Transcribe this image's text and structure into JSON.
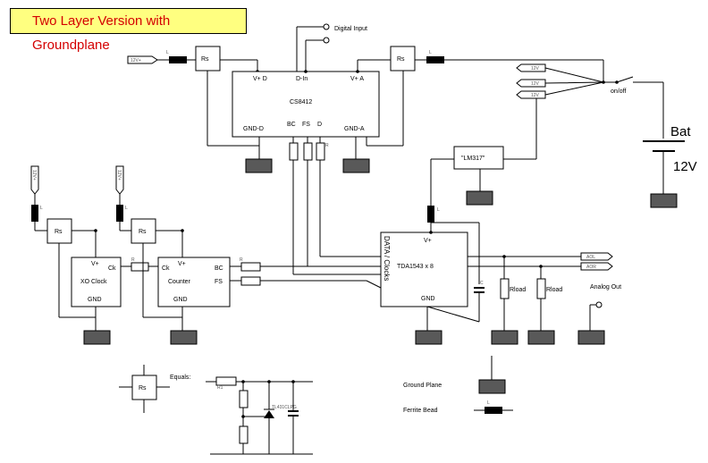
{
  "title": "Two Layer Version with Groundplane",
  "inputs": {
    "supply": "12V+",
    "digital_input": "Digital Input",
    "supply_xo": "12V+",
    "supply_counter": "12V+"
  },
  "chips": {
    "cs8412": {
      "name": "CS8412",
      "pins": {
        "vd": "V+ D",
        "din": "D-In",
        "va": "V+ A",
        "gndd": "GND-D",
        "bc": "BC",
        "fs": "FS",
        "d": "D",
        "gnda": "GND-A"
      }
    },
    "tda": {
      "name": "TDA1543 x 8",
      "vplus": "V+",
      "gnd": "GND",
      "data_clocks": "DATA / Clocks"
    },
    "xo": {
      "name": "XO Clock",
      "vplus": "V+",
      "ck": "Ck",
      "gnd": "GND"
    },
    "counter": {
      "name": "Counter",
      "vplus": "V+",
      "ck": "Ck",
      "bc": "BC",
      "fs": "FS",
      "gnd": "GND"
    },
    "lm317": {
      "name": "\"LM317\""
    }
  },
  "labels": {
    "rs": "Rs",
    "bat": "Bat",
    "bat_voltage": "12V",
    "onoff": "on/off",
    "rload": "Rload",
    "analog_out": "Analog Out",
    "aout_l": "AOL",
    "aout_r": "AOR",
    "cap": "C",
    "equals": "Equals:",
    "legend_groundplane": "Ground Plane",
    "legend_ferrite": "Ferrite Bead",
    "eq_resistor": "R1",
    "eq_zener": "TL431CLPG",
    "bead_l": "L",
    "res_r": "R",
    "out_tags": [
      "12V",
      "12V",
      "12V"
    ]
  },
  "colors": {
    "title_bg": "#ffff80",
    "title_text": "#d40000",
    "ground_plane": "#595959"
  }
}
